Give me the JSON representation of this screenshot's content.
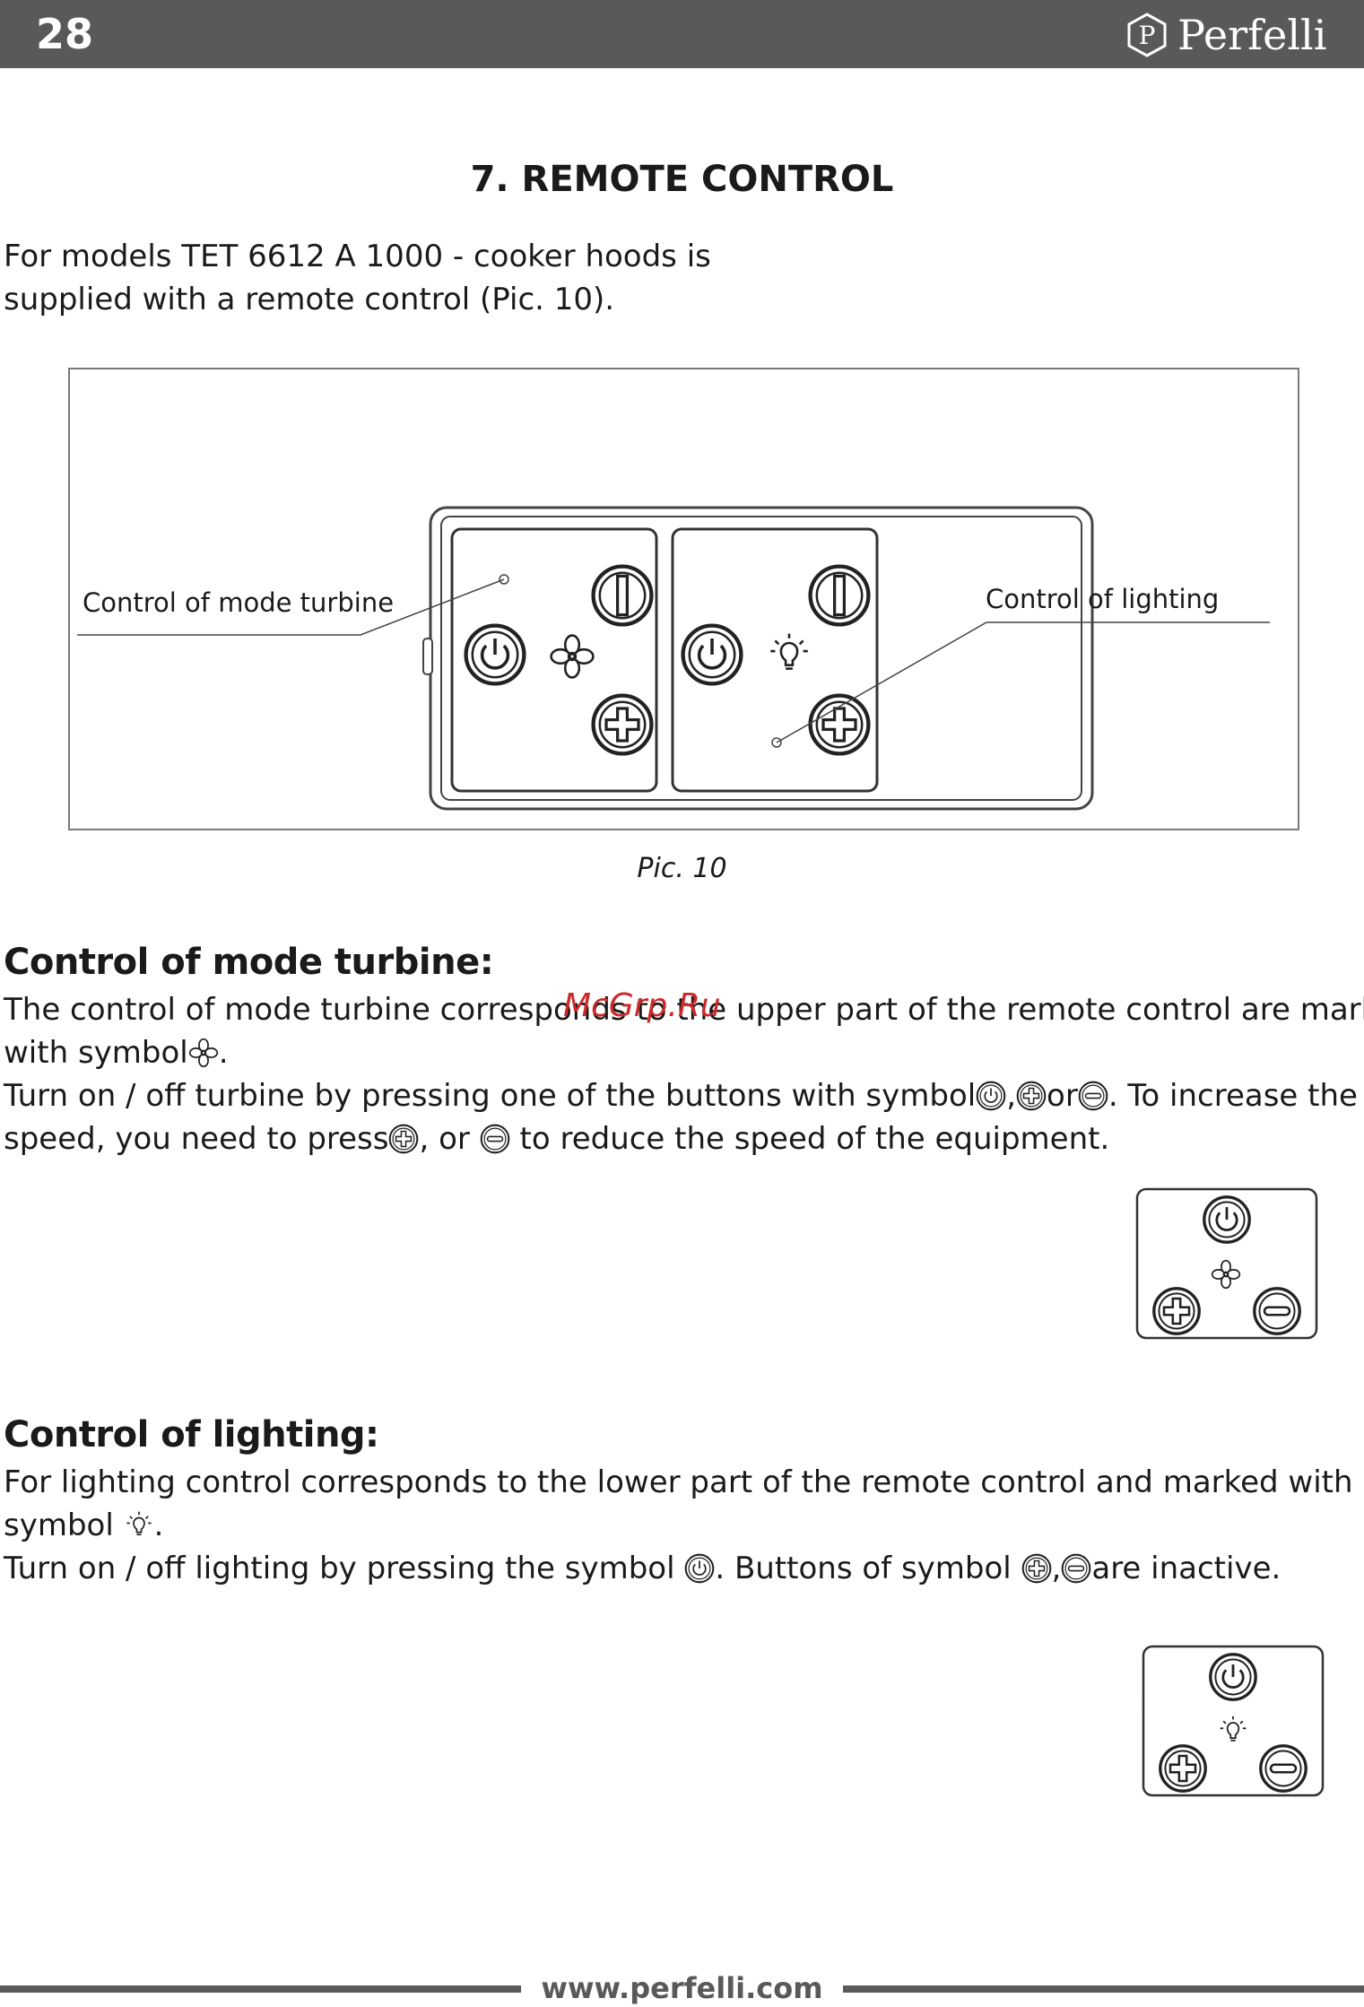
{
  "header": {
    "page_number": "28",
    "brand_name": "Perfelli",
    "logo_letter": "P",
    "bar_color": "#58595b"
  },
  "section_title": "7. REMOTE CONTROL",
  "intro": {
    "line1": "For models  TET 6612 A 1000  - cooker hoods is",
    "line2": "supplied with a remote control (Pic. 10)."
  },
  "figure": {
    "label_turbine": "Control of mode turbine",
    "label_lighting": "Control of lighting",
    "caption": "Pic. 10"
  },
  "watermark": "McGrp.Ru",
  "turbine": {
    "heading": "Control of mode turbine:",
    "line1": "The control of mode turbine corresponds to the upper part of the remote control are marked",
    "line2_a": "with symbol",
    "line2_b": ".",
    "line3_a": "Turn on / off turbine by pressing one of the buttons with symbol",
    "line3_b": ",",
    "line3_c": "or",
    "line3_d": ". To increase the",
    "line4_a": "speed, you need to press",
    "line4_b": ", or",
    "line4_c": "to reduce the speed of the equipment."
  },
  "lighting": {
    "heading": "Control of lighting:",
    "line1": "For lighting control corresponds to the lower part of the remote control and marked with",
    "line2_a": "symbol",
    "line2_b": ".",
    "line3_a": "Turn on / off  lighting by pressing the symbol",
    "line3_b": ". Buttons  of symbol",
    "line3_c": ",",
    "line3_d": "are inactive."
  },
  "footer": {
    "url": "www.perfelli.com"
  },
  "icons": [
    "power-icon",
    "plus-icon",
    "minus-icon",
    "fan-icon",
    "bulb-icon"
  ]
}
